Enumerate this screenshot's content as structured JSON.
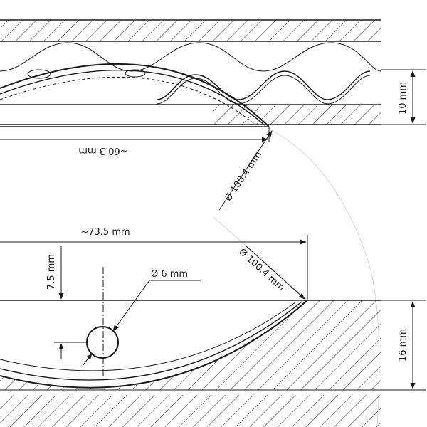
{
  "dimensions": {
    "top_height": "10 mm",
    "top_length": "~60.3 mm",
    "top_diameter": "Ø 100.4 mm",
    "bottom_length": "~73.5 mm",
    "bottom_diameter": "Ø 100.4 mm",
    "hole_diameter": "Ø  6 mm",
    "hole_offset": "7.5 mm",
    "bottom_height": "16 mm"
  },
  "colors": {
    "ink": "#1a1a1a",
    "hatch": "#2a2a2a",
    "construction": "#d6d6d6"
  }
}
